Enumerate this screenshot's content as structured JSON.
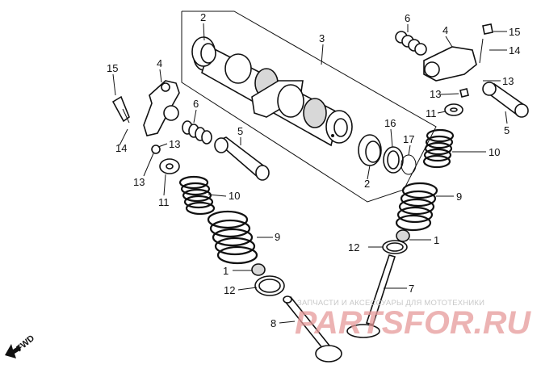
{
  "callouts": {
    "c1": "1",
    "c2": "2",
    "c3": "3",
    "c4": "4",
    "c5": "5",
    "c6": "6",
    "c7": "7",
    "c8": "8",
    "c9": "9",
    "c10": "10",
    "c11": "11",
    "c12": "12",
    "c13": "13",
    "c14": "14",
    "c15": "15",
    "c16": "16",
    "c17": "17"
  },
  "direction_label": "FWD",
  "watermark": {
    "caption": "ЗАПЧАСТИ И АКСЕССУАРЫ ДЛЯ МОТОТЕХНИКИ",
    "logo": "PARTSFOR.RU"
  },
  "colors": {
    "ink": "#111111",
    "watermark_red": "#e69a9a",
    "watermark_gray": "#c8c8c8"
  }
}
